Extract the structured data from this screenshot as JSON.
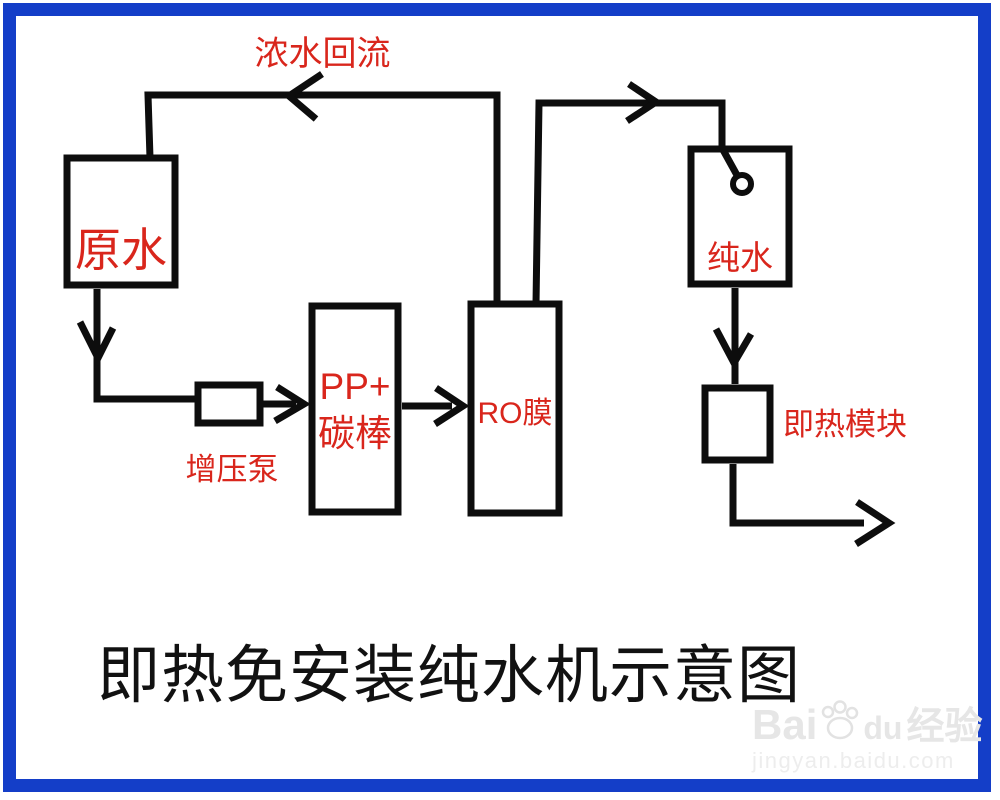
{
  "title": "即热免安装纯水机示意图",
  "nodes": {
    "raw_water": "原水",
    "pp_carbon": [
      "PP+",
      "碳棒"
    ],
    "ro_membrane": "RO膜",
    "pure_water": "纯水"
  },
  "annotations": {
    "concentrate_return": "浓水回流",
    "booster_pump": "增压泵",
    "heating_module": "即热模块"
  },
  "watermark": {
    "brand_prefix": "Bai",
    "brand_suffix": "du",
    "brand_cn": "经验",
    "url": "jingyan.baidu.com",
    "icon": "paw-icon"
  },
  "colors": {
    "frame_blue": "#143ec8",
    "accent_red": "#d9261c",
    "ink_black": "#0d0d0d",
    "watermark_gray": "#e6e6e6"
  }
}
